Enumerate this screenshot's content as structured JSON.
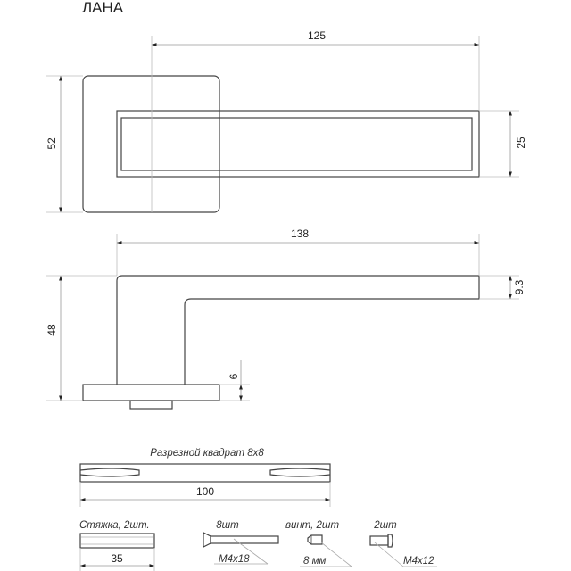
{
  "title": "ЛАНА",
  "top_view": {
    "dim_width": "125",
    "dim_rosette_height": "52",
    "dim_handle_height": "25"
  },
  "side_view": {
    "dim_length": "138",
    "dim_total_height": "48",
    "dim_rosette_thickness": "6",
    "dim_lever_thickness": "9.3"
  },
  "spindle": {
    "label": "Разрезной квадрат 8x8",
    "dim_length": "100"
  },
  "accessories": [
    {
      "name": "tie-rod",
      "label": "Стяжка, 2шт.",
      "dim": "35"
    },
    {
      "name": "screw-m4x18",
      "label": "8шт",
      "dim": "M4x18"
    },
    {
      "name": "set-screw",
      "label": "винт, 2шт",
      "dim": "8 мм"
    },
    {
      "name": "screw-m4x12",
      "label": "2шт",
      "dim": "M4x12"
    }
  ]
}
